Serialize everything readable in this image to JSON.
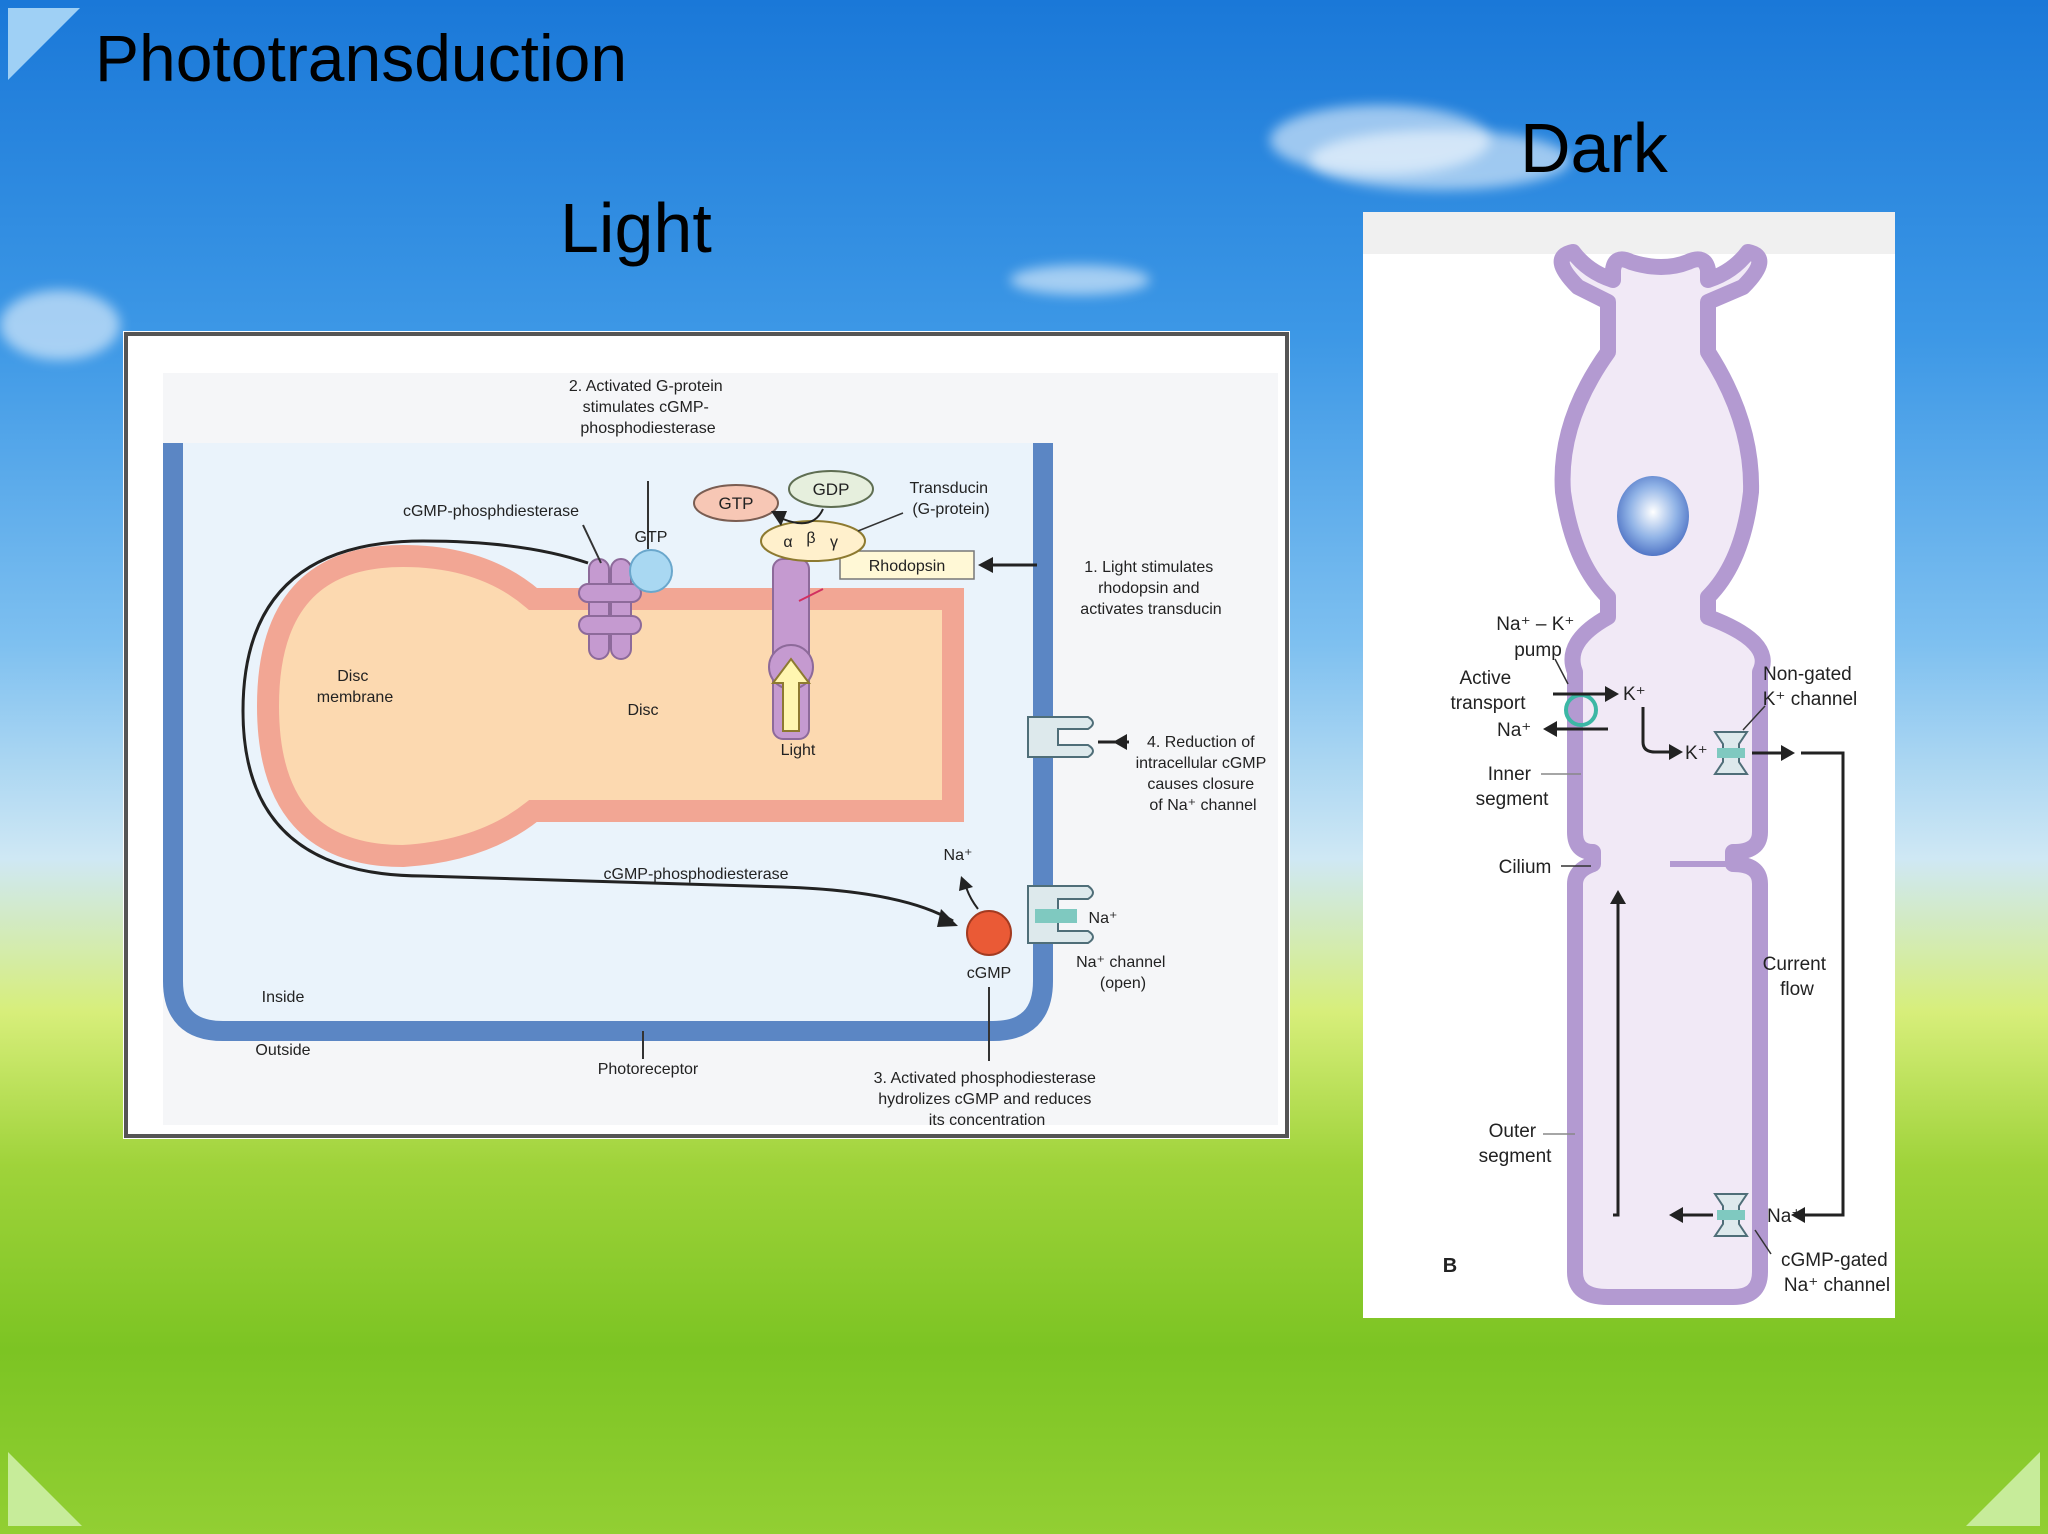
{
  "slide": {
    "title": "Phototransduction",
    "light_heading": "Light",
    "dark_heading": "Dark"
  },
  "light_diagram": {
    "step2": [
      "2. Activated G-protein",
      "stimulates cGMP-",
      "phosphodiesterase"
    ],
    "pde_label_top": "cGMP-phosphdiesterase",
    "gtp_small": "GTP",
    "gtp_bubble": "GTP",
    "gdp_bubble": "GDP",
    "transducin": [
      "Transducin",
      "(G-protein)"
    ],
    "greek": [
      "α",
      "β",
      "γ"
    ],
    "rhodopsin": "Rhodopsin",
    "step1": [
      "1. Light stimulates",
      "rhodopsin and",
      "activates transducin"
    ],
    "disc_membrane": [
      "Disc",
      "membrane"
    ],
    "disc": "Disc",
    "light_label": "Light",
    "step4": [
      "4. Reduction of",
      "intracellular cGMP",
      "causes closure",
      "of Na⁺ channel"
    ],
    "pde_label_bottom": "cGMP-phosphodiesterase",
    "na_top": "Na⁺",
    "na_channel_ion": "Na⁺",
    "cgmp": "cGMP",
    "na_channel": [
      "Na⁺ channel",
      "(open)"
    ],
    "inside": "Inside",
    "outside": "Outside",
    "photoreceptor": "Photoreceptor",
    "step3": [
      "3. Activated phosphodiesterase",
      "hydrolizes cGMP and reduces",
      "its concentration"
    ]
  },
  "dark_diagram": {
    "pump": [
      "Na⁺ – K⁺",
      "pump"
    ],
    "active_transport": [
      "Active",
      "transport"
    ],
    "k_pump": "K⁺",
    "na_pump": "Na⁺",
    "k_inner": "K⁺",
    "non_gated": [
      "Non-gated",
      "K⁺ channel"
    ],
    "inner_segment": [
      "Inner",
      "segment"
    ],
    "cilium": "Cilium",
    "current_flow": [
      "Current",
      "flow"
    ],
    "outer_segment": [
      "Outer",
      "segment"
    ],
    "na_outer": "Na⁺",
    "cgmp_gated": [
      "cGMP-gated",
      "Na⁺ channel"
    ],
    "panel_letter": "B"
  },
  "colors": {
    "membrane_blue": "#5b86c4",
    "disc_salmon": "#f2a694",
    "disc_fill": "#fcd9b0",
    "protein_purple": "#c59ad0",
    "cell_lavender": "#b39ad1",
    "cell_fill": "#f1e9f6",
    "channel_teal": "#7fc9c0",
    "cgmp_orange": "#ea5a36"
  }
}
